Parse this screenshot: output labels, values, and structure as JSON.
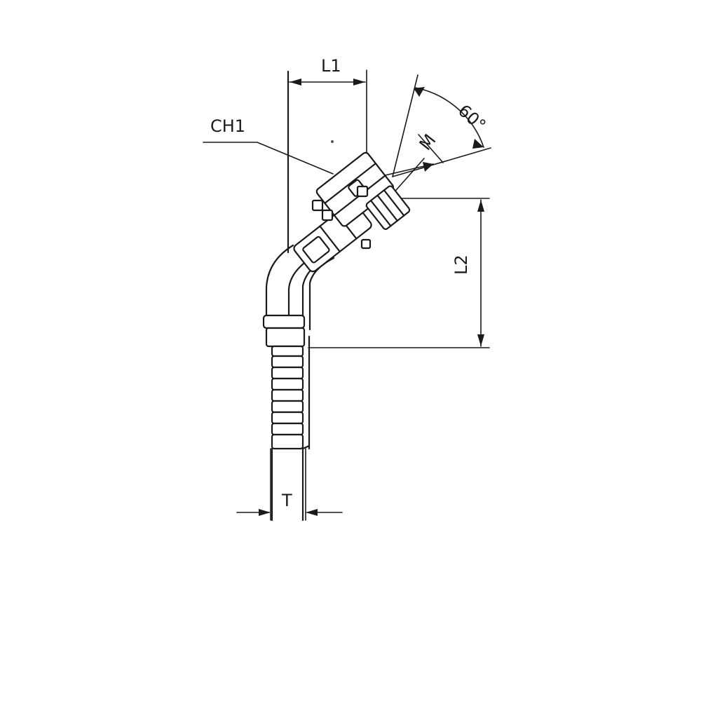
{
  "labels": {
    "l1": "L1",
    "ch1": "CH1",
    "angle": "60°",
    "m": "M",
    "l2": "L2",
    "t": "T"
  }
}
